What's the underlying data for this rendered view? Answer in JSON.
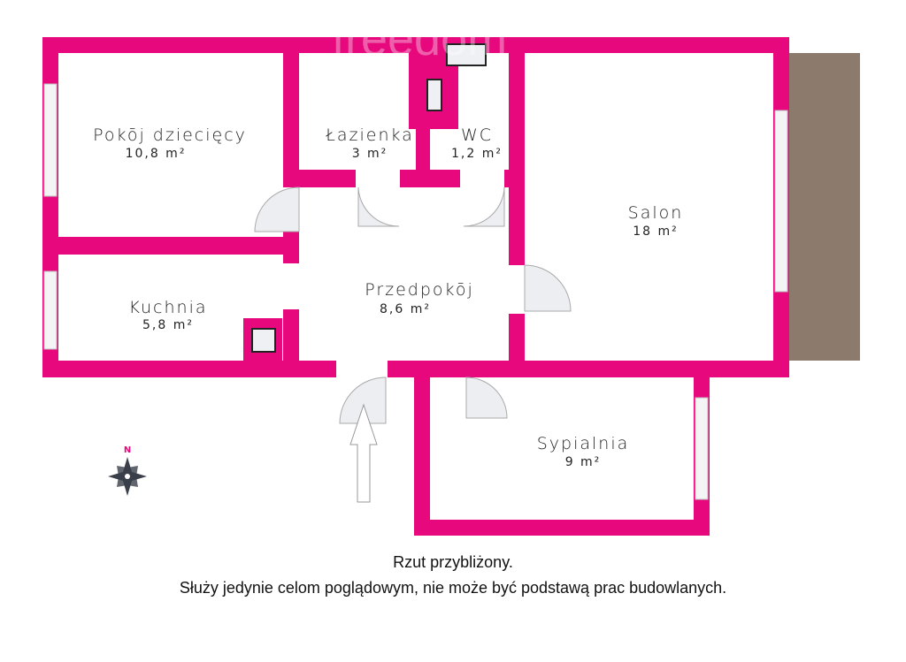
{
  "colors": {
    "wall": "#e6087c",
    "terrace": "#8c7b6c",
    "compass": "#3a3f4a",
    "north": "#e6087c"
  },
  "watermark": "freedom nieruchomości",
  "rooms": {
    "pokoj": {
      "name": "Pokōj dziecięcy",
      "area": "10,8 m²"
    },
    "lazienka": {
      "name": "Łazienka",
      "area": "3 m²"
    },
    "wc": {
      "name": "WC",
      "area": "1,2 m²"
    },
    "salon": {
      "name": "Salon",
      "area": "18  m²"
    },
    "kuchnia": {
      "name": "Kuchnia",
      "area": "5,8 m²"
    },
    "przedpokoj": {
      "name": "Przedpokōj",
      "area": "8,6 m²"
    },
    "sypialnia": {
      "name": "Sypialnia",
      "area": "9 m²"
    }
  },
  "compass": {
    "north_label": "N"
  },
  "notes": {
    "line1": "Rzut przybliżony.",
    "line2": "Służy jedynie celom poglądowym, nie może być podstawą prac budowlanych."
  }
}
